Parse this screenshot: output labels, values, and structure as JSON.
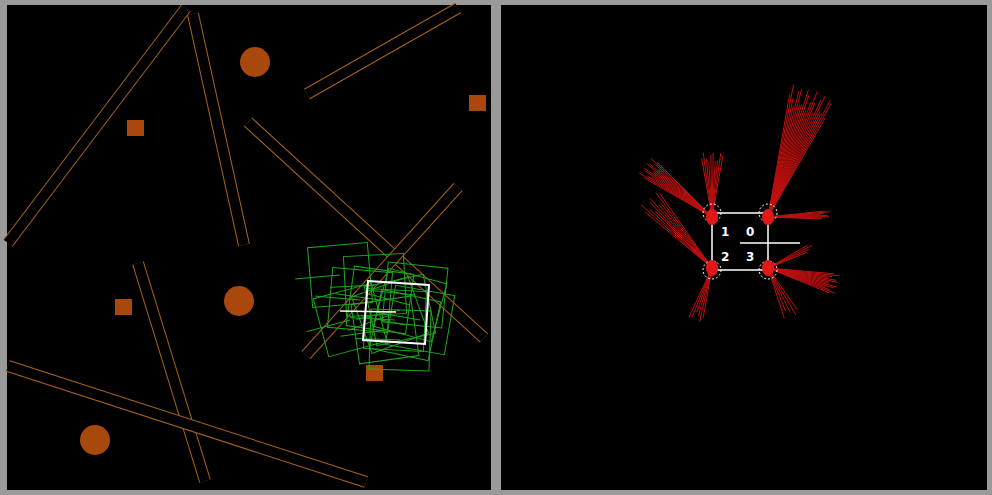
{
  "diagram": {
    "labels": [
      "1",
      "0",
      "2",
      "3"
    ]
  }
}
